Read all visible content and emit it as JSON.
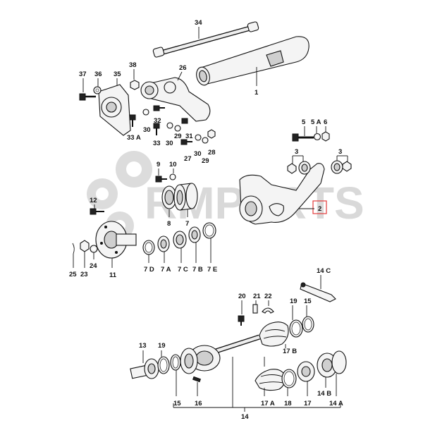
{
  "diagram": {
    "watermark": "RMPARTS",
    "highlighted_part": "2",
    "callouts": {
      "c34": "34",
      "c1": "1",
      "c26": "26",
      "c37": "37",
      "c36": "36",
      "c35": "35",
      "c38": "38",
      "c33a": "33 A",
      "c30a": "30",
      "c32": "32",
      "c33": "33",
      "c30b": "30",
      "c29a": "29",
      "c31": "31",
      "c27": "27",
      "c30c": "30",
      "c29b": "29",
      "c28": "28",
      "c5": "5",
      "c5a": "5 A",
      "c6": "6",
      "c3a": "3",
      "c3b": "3",
      "c2": "2",
      "c9": "9",
      "c10": "10",
      "c8": "8",
      "c7": "7",
      "c12": "12",
      "c11": "11",
      "c25": "25",
      "c23": "23",
      "c24": "24",
      "c7d": "7 D",
      "c7a": "7 A",
      "c7c": "7 C",
      "c7b": "7 B",
      "c7e": "7 E",
      "c14c": "14 C",
      "c20": "20",
      "c21": "21",
      "c22": "22",
      "c19a": "19",
      "c15a": "15",
      "c17b": "17 B",
      "c13": "13",
      "c19b": "19",
      "c15b": "15",
      "c16": "16",
      "c18": "18",
      "c17a": "17 A",
      "c17": "17",
      "c14b": "14 B",
      "c14a": "14 A",
      "c14": "14"
    }
  }
}
